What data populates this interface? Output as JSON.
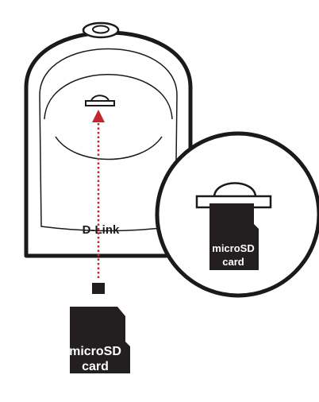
{
  "camera": {
    "brand": "D-Link"
  },
  "inset_card": {
    "line1": "microSD",
    "line2": "card"
  },
  "loose_card": {
    "line1": "microSD",
    "line2": "card"
  },
  "colors": {
    "outline": "#1a1a1a",
    "card_fill": "#231f20",
    "card_text": "#ffffff",
    "arrow": "#c4262e",
    "background": "#ffffff"
  }
}
